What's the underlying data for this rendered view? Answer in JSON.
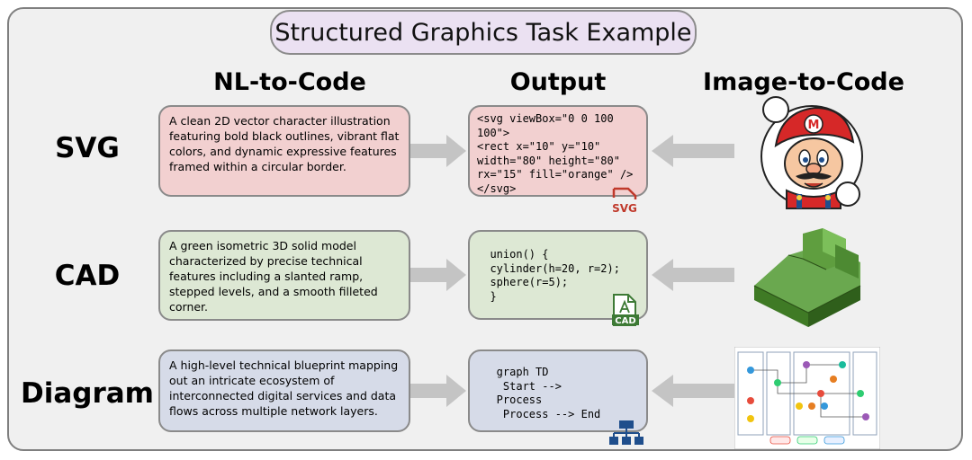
{
  "title": "Structured Graphics Task Example",
  "columns": {
    "nl_to_code": "NL-to-Code",
    "output": "Output",
    "image_to_code": "Image-to-Code"
  },
  "rows": [
    {
      "label": "SVG",
      "description": "A clean 2D vector character illustration featuring bold black outlines, vibrant flat colors, and dynamic expressive features framed within a circular border.",
      "code": "<svg viewBox=\"0 0 100\n100\">\n<rect x=\"10\" y=\"10\"\nwidth=\"80\" height=\"80\"\nrx=\"15\" fill=\"orange\" />\n</svg>",
      "badge": "SVG",
      "desc_color": "#f2d0d0",
      "code_color": "#f2d0d0"
    },
    {
      "label": "CAD",
      "description": "A green isometric 3D solid model characterized by precise technical features including a slanted ramp, stepped levels, and a smooth filleted corner.",
      "code": "  union() {\n  cylinder(h=20, r=2);\n  sphere(r=5);\n  }",
      "badge": "CAD",
      "desc_color": "#dde8d4",
      "code_color": "#dde8d4"
    },
    {
      "label": "Diagram",
      "description": "A high-level technical blueprint mapping out an intricate ecosystem of interconnected digital services and data flows across multiple network layers.",
      "code": "   graph TD\n    Start -->\n   Process\n    Process --> End",
      "badge": "",
      "desc_color": "#d6dbe8",
      "code_color": "#d6dbe8"
    }
  ],
  "colors": {
    "frame_bg": "#f0f0f0",
    "title_bg": "#ebe1f2",
    "arrow": "#c4c4c4",
    "svg_badge": "#c0392b",
    "cad_badge": "#3d7a35",
    "diagram_badge": "#1f4e8c"
  },
  "icons": {
    "svg_badge": "svg-file-icon",
    "cad_badge": "cad-file-icon",
    "diagram_badge": "hierarchy-icon"
  }
}
